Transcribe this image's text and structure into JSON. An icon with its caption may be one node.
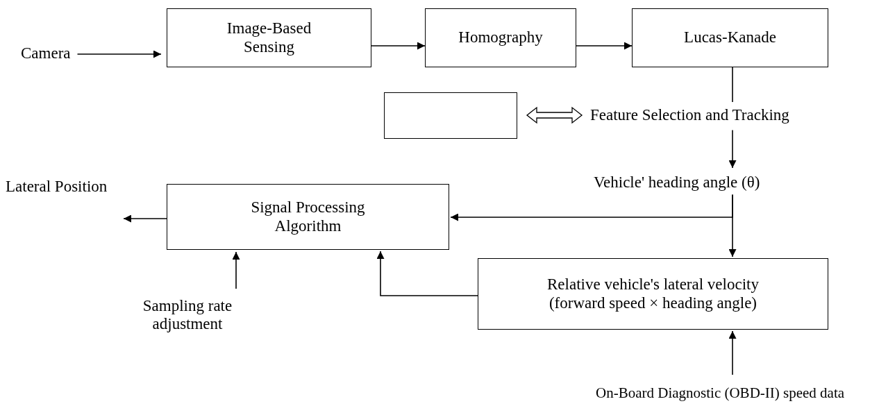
{
  "diagram": {
    "nodes": [
      {
        "text": [
          "Camera"
        ]
      },
      {
        "text": [
          "Image-Based Sensing"
        ]
      },
      {
        "text": [
          "Homography"
        ]
      },
      {
        "text": [
          "Lucas-Kanade"
        ]
      },
      {
        "text": [],
        "shape": "box"
      },
      {
        "text": [
          "Feature Selection and Tracking"
        ]
      },
      {
        "text": [
          "Vehicle' heading angle (θ)"
        ]
      },
      {
        "text": [
          "Signal Processing Algorithm"
        ]
      },
      {
        "text": [
          "Relative vehicle's lateral velocity (forward speed × heading angle)"
        ]
      },
      {
        "text": [
          "Lateral Position"
        ]
      },
      {
        "text": [
          "Sampling rate adjustment"
        ]
      },
      {
        "text": [
          "On-Board Diagnostic (OBD-II) speed data"
        ]
      }
    ],
    "edges": [
      {
        "from": 0,
        "to": 1,
        "arrow": "to"
      },
      {
        "from": 1,
        "to": 2,
        "arrow": "to"
      },
      {
        "from": 2,
        "to": 3,
        "arrow": "to"
      },
      {
        "from": 3,
        "to": 5,
        "arrow": "none"
      },
      {
        "from": 4,
        "to": 5,
        "arrow": "both"
      },
      {
        "from": 5,
        "to": 6,
        "arrow": "to"
      },
      {
        "from": 6,
        "to": 7,
        "arrow": "to"
      },
      {
        "from": 6,
        "to": 8,
        "arrow": "to"
      },
      {
        "from": 8,
        "to": 7,
        "arrow": "to"
      },
      {
        "from": 7,
        "to": 9,
        "arrow": "to"
      },
      {
        "from": 10,
        "to": 7,
        "arrow": "to"
      },
      {
        "from": 11,
        "to": 8,
        "arrow": "to"
      }
    ]
  }
}
